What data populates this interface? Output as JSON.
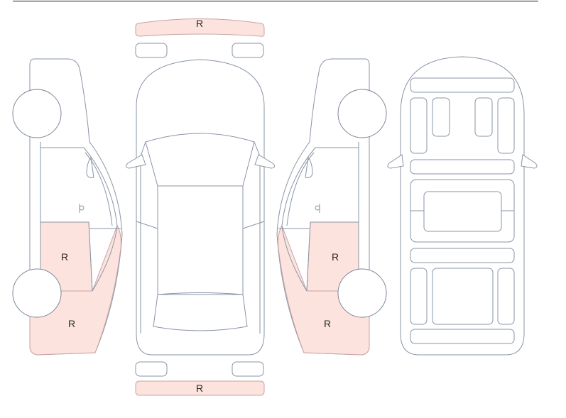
{
  "diagram": {
    "damage_code": "R",
    "colors": {
      "damage_fill": "#fde3de",
      "outline": "#8a94a6",
      "rule": "#1c1c1c"
    },
    "views": [
      "left-side",
      "top",
      "right-side",
      "interior"
    ],
    "damaged_panels": [
      {
        "view": "top",
        "panel": "front-bumper",
        "code": "R"
      },
      {
        "view": "top",
        "panel": "rear-bumper",
        "code": "R"
      },
      {
        "view": "left-side",
        "panel": "rear-door",
        "code": "R"
      },
      {
        "view": "left-side",
        "panel": "rear-quarter",
        "code": "R"
      },
      {
        "view": "right-side",
        "panel": "rear-door",
        "code": "R"
      },
      {
        "view": "right-side",
        "panel": "rear-quarter",
        "code": "R"
      }
    ]
  }
}
